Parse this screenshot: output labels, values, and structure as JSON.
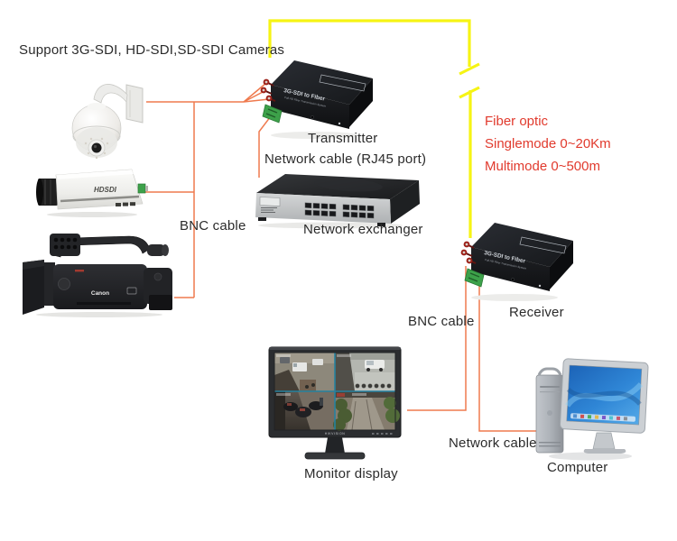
{
  "colors": {
    "cable": "#ef7a4e",
    "fiber": "#f6f414",
    "accent_text": "#e13a2d",
    "label_text": "#2b2b2b",
    "connector_green": "#3da14a",
    "connector_red": "#9c2018"
  },
  "title": "Support 3G-SDI, HD-SDI,SD-SDI Cameras",
  "labels": {
    "transmitter": "Transmitter",
    "network_cable_rj45": "Network cable (RJ45 port)",
    "network_exchanger": "Network exchanger",
    "bnc_cable_left": "BNC cable",
    "receiver": "Receiver",
    "bnc_cable_right": "BNC cable",
    "monitor_display": "Monitor display",
    "network_cable_bottom": "Network cable",
    "computer": "Computer"
  },
  "fiber_note": {
    "line1": "Fiber optic",
    "line2": "Singlemode 0~20Km",
    "line3": "Multimode 0~500m"
  },
  "devices": {
    "converter_label": "3G-SDI to Fiber",
    "converter_sublabel": "Full HD Fiber Transmission System",
    "box_camera_brand": "HDSDI",
    "camcorder_brand": "Canon",
    "monitor_brand": "HIKVISION",
    "network_exchanger_port_count": 16,
    "monitor_view_count": 4
  },
  "connections": [
    {
      "from": "cameras",
      "to": "transmitter",
      "cable": "BNC cable"
    },
    {
      "from": "transmitter",
      "to": "network exchanger",
      "cable": "Network cable (RJ45 port)"
    },
    {
      "from": "transmitter",
      "to": "receiver",
      "cable": "Fiber optic",
      "range": "Singlemode 0~20Km, Multimode 0~500m"
    },
    {
      "from": "receiver",
      "to": "monitor display",
      "cable": "BNC cable"
    },
    {
      "from": "receiver",
      "to": "computer",
      "cable": "Network cable"
    }
  ]
}
